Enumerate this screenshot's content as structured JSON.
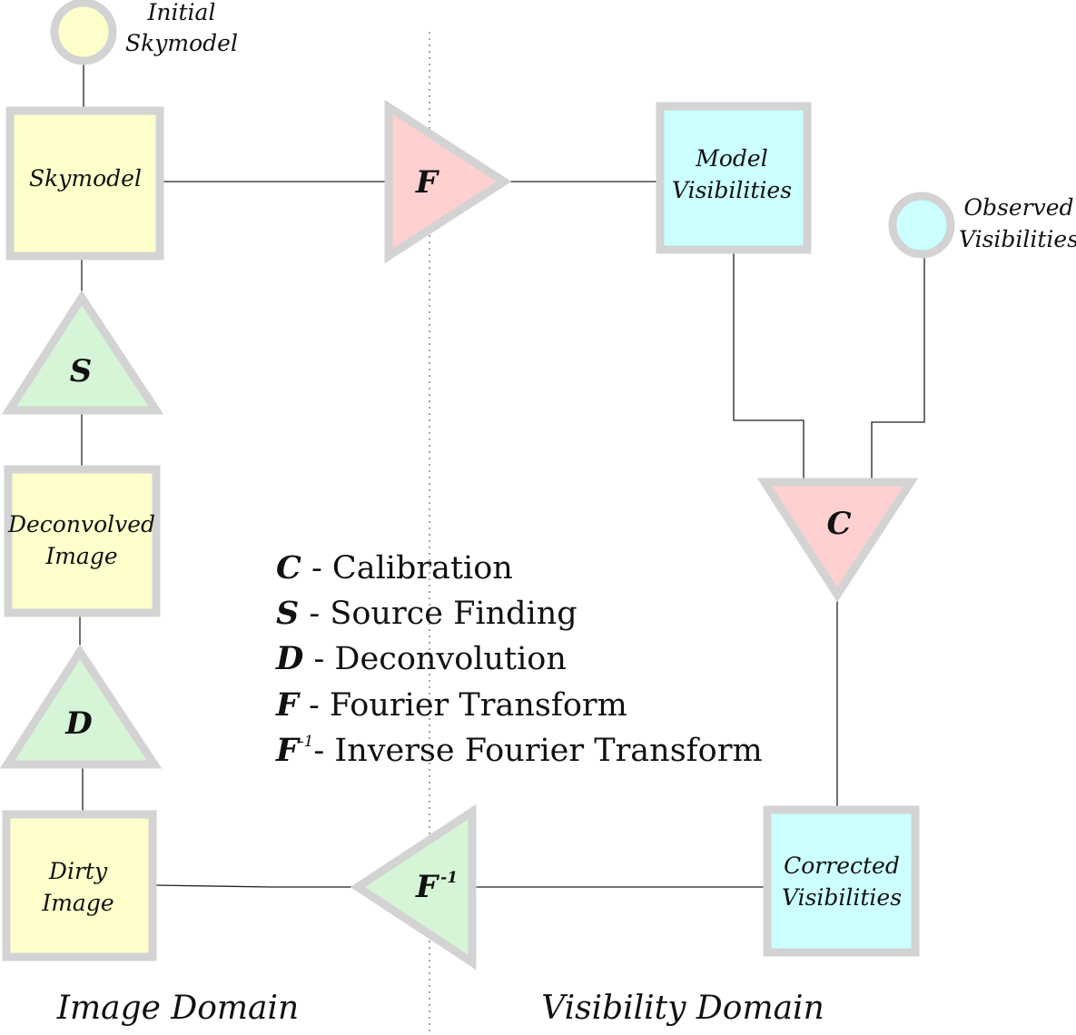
{
  "colors": {
    "yellow_fill": "#ffffcc",
    "cyan_fill": "#ccffff",
    "red_fill": "#ffd0d0",
    "green_fill": "#d6f5d6",
    "border": "#d3d3d3"
  },
  "nodes": {
    "initial_skymodel": {
      "line1": "Initial",
      "line2": "Skymodel",
      "shape": "circle"
    },
    "skymodel": {
      "label": "Skymodel",
      "shape": "square"
    },
    "deconvolved_image": {
      "line1": "Deconvolved",
      "line2": "Image",
      "shape": "square"
    },
    "dirty_image": {
      "line1": "Dirty",
      "line2": "Image",
      "shape": "square"
    },
    "model_visibilities": {
      "line1": "Model",
      "line2": "Visibilities",
      "shape": "square"
    },
    "observed_visibilities": {
      "line1": "Observed",
      "line2": "Visibilities",
      "shape": "circle"
    },
    "corrected_visibilities": {
      "line1": "Corrected",
      "line2": "Visibilities",
      "shape": "square"
    }
  },
  "operators": {
    "fourier": {
      "symbol": "F",
      "shape": "triangle-right"
    },
    "source_finding": {
      "symbol": "S",
      "shape": "triangle-up"
    },
    "deconvolution": {
      "symbol": "D",
      "shape": "triangle-up"
    },
    "calibration": {
      "symbol": "C",
      "shape": "triangle-down"
    },
    "inverse_fourier": {
      "symbol": "F",
      "superscript": "-1",
      "shape": "triangle-left"
    }
  },
  "legend": [
    {
      "symbol": "C",
      "superscript": "",
      "text": " - Calibration"
    },
    {
      "symbol": "S",
      "superscript": "",
      "text": " - Source Finding"
    },
    {
      "symbol": "D",
      "superscript": "",
      "text": " - Deconvolution"
    },
    {
      "symbol": "F",
      "superscript": "",
      "text": " - Fourier Transform"
    },
    {
      "symbol": "F",
      "superscript": "-1",
      "text": "- Inverse Fourier Transform"
    }
  ],
  "domains": {
    "image": "Image Domain",
    "visibility": "Visibility Domain"
  }
}
